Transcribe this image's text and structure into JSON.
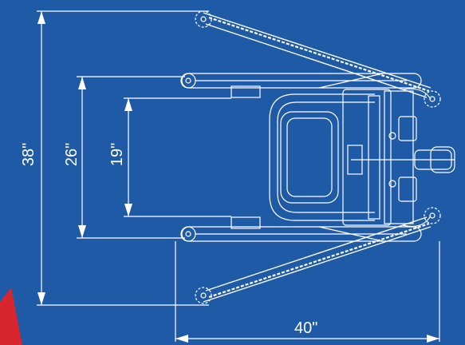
{
  "dimensions": {
    "overall_length": "38\"",
    "open_width": "26\"",
    "inner_width": "19\"",
    "overall_depth": "40\""
  },
  "colors": {
    "background": "#1f5aa6",
    "line": "#ffffff",
    "accent": "#d7262e"
  }
}
